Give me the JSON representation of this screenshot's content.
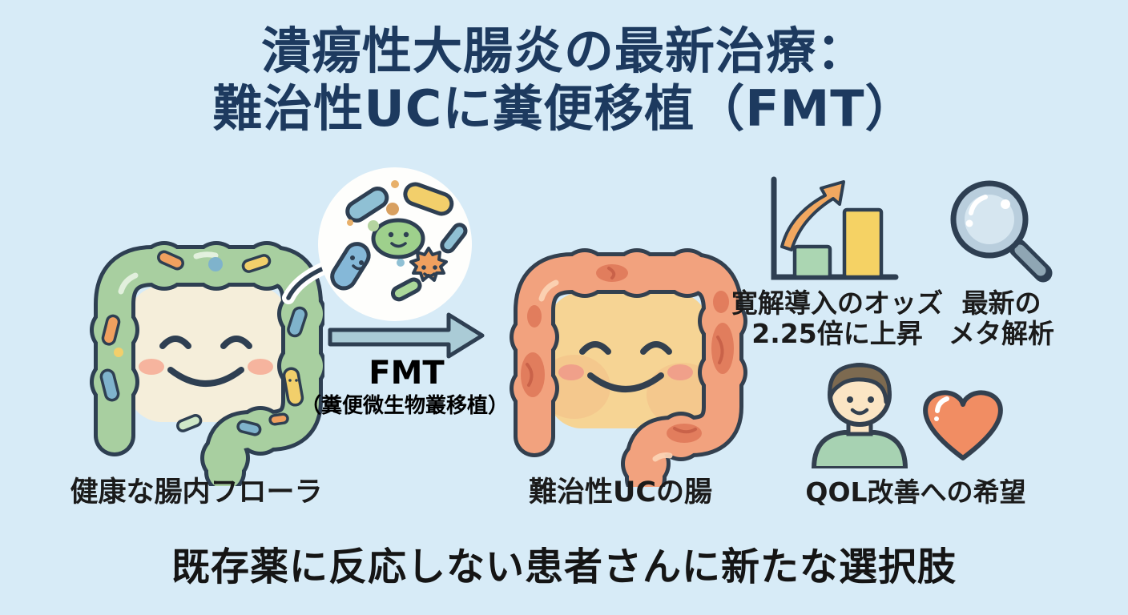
{
  "page": {
    "background": "#d7ebf7"
  },
  "title": {
    "line1": "潰瘍性大腸炎の最新治療：",
    "line2": "難治性UCに糞便移植（FMT）",
    "color": "#1d3a5f"
  },
  "flow": {
    "healthy_label": "健康な腸内フローラ",
    "fmt_label": "FMT",
    "fmt_sublabel": "（糞便微生物叢移植）",
    "uc_label": "難治性UCの腸"
  },
  "findings": {
    "odds_line1": "寛解導入のオッズ",
    "odds_line2": "2.25倍に上昇",
    "meta_line1": "最新の",
    "meta_line2": "メタ解析",
    "qol_label": "QOL改善への希望"
  },
  "footer": {
    "message": "既存薬に反応しない患者さんに新たな選択肢"
  },
  "icons": {
    "healthy_colon": "healthy-colon-illustration",
    "microbiota_bubble": "microbiota-bubble-icon",
    "fmt_arrow": "fmt-arrow-icon",
    "uc_colon": "uc-colon-illustration",
    "bar_chart": "bar-chart-rising-icon",
    "magnifier": "magnifier-icon",
    "patient": "patient-icon",
    "heart": "heart-icon"
  },
  "colors": {
    "background": "#d7ebf7",
    "title_navy": "#1d3a5f",
    "outline_navy": "#2e3f52",
    "text_black": "#1b1b1b",
    "healthy_green": "#a8cfa0",
    "uc_salmon": "#f2a27e",
    "inflamed_red": "#e0795a",
    "cream": "#f5eeda",
    "uc_inner_yellow": "#f6d494",
    "arrow_blue": "#aacbd6",
    "bar_green": "#abd6b2",
    "bar_yellow": "#f5d264",
    "rise_orange": "#f2a860",
    "heart_orange": "#f18d63",
    "shirt_green": "#a7d2b2"
  }
}
